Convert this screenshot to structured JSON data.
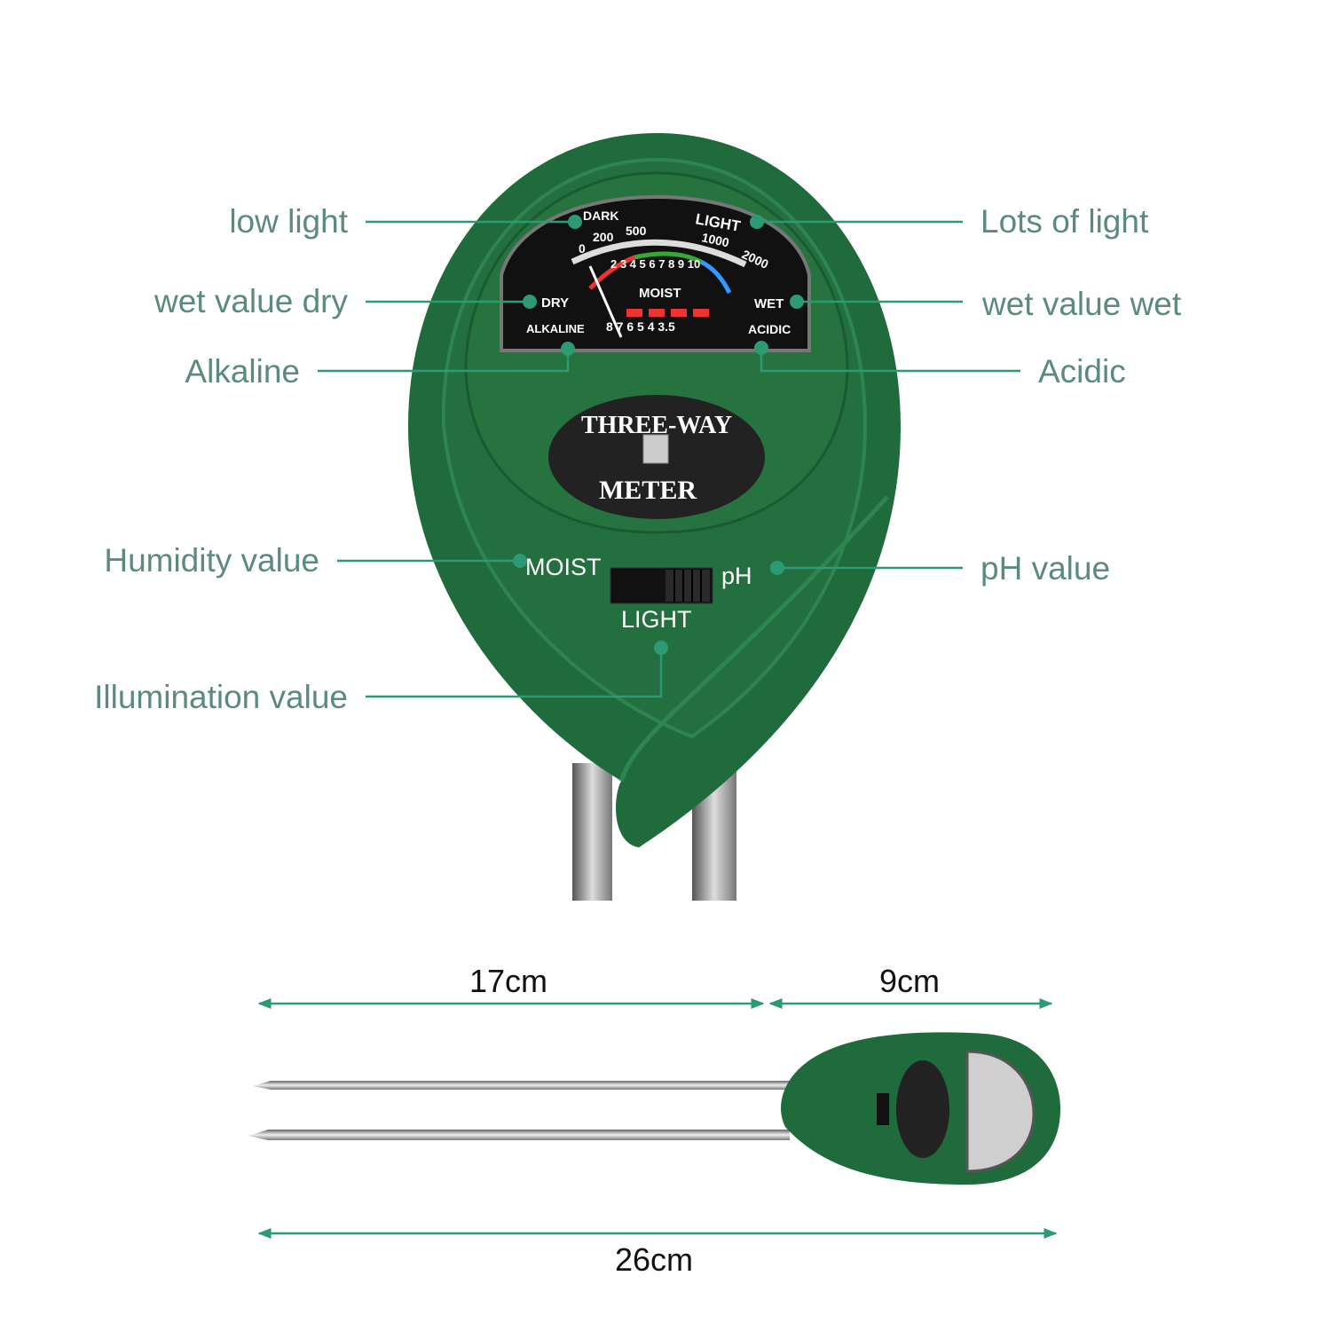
{
  "callouts": {
    "low_light": "low light",
    "lots_of_light": "Lots of light",
    "wet_value_dry": "wet value dry",
    "wet_value_wet": "wet value wet",
    "alkaline": "Alkaline",
    "acidic": "Acidic",
    "humidity_value": "Humidity value",
    "ph_value": "pH value",
    "illumination_value": "Illumination value"
  },
  "dial": {
    "dark": "DARK",
    "light": "LIGHT",
    "light_scale": [
      "0",
      "200",
      "500",
      "1000",
      "2000"
    ],
    "moist_scale": "2 3 4 5 6 7 8 9 10",
    "moist": "MOIST",
    "dry": "DRY",
    "wet": "WET",
    "alkaline": "ALKALINE",
    "ph_scale": "8 7 6 5 4 3.5",
    "acidic": "ACIDIC"
  },
  "brand": {
    "line1": "THREE-WAY",
    "line2": "METER"
  },
  "switch": {
    "moist": "MOIST",
    "ph": "pH",
    "light": "LIGHT"
  },
  "dimensions": {
    "probe": "17cm",
    "body": "9cm",
    "total": "26cm"
  },
  "colors": {
    "body": "#1f6b3c",
    "accent": "#2c9a72",
    "label": "#5b8b7c"
  }
}
